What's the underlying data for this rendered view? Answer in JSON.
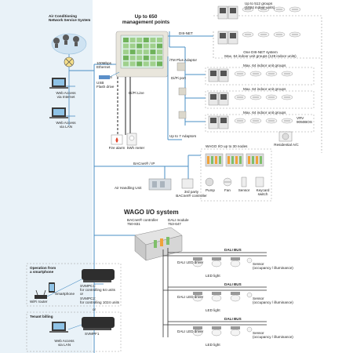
{
  "left_panel": {
    "title": "Air Conditioning\nNetwork Service System",
    "web_access_internet": "Web Access\nvia Internet",
    "web_access_lan": "Web Access\nvia LAN"
  },
  "top": {
    "heading": "Up to 650\nmanagement points",
    "ethernet": "100Mbps\nEthernet",
    "usb": "USB\nFlash drive",
    "di_net": "DIII-NET",
    "itm_plus": "iTM Plus Adaptor",
    "di_port": "Di/Pi port",
    "di_pi_line": "Di/Pi Line",
    "fire_alarm": "Fire alarm",
    "kwh_meter": "kWh meter",
    "adaptors": "Up to 7 Adaptors"
  },
  "right": {
    "groups_512": "Up to 512 groups\n(1024 indoor units)",
    "one_di_net": "One DIII-NET system\nMax. 64 indoor unit groups (128 indoor units)",
    "max64_a": "Max. 64 indoor unit groups",
    "max64_b": "Max. 64 indoor unit groups",
    "max64_c": "Max. 64 indoor unit groups",
    "vrv_unit": "VRV\n9050BOS",
    "residential": "Residential A/C"
  },
  "wago_io": {
    "nodes": "WAGO I/O up to 30 nodes",
    "bacnet_ip": "BACnet® / IP",
    "ahu": "Air Handling Unit",
    "third_party": "3rd party\nBACnet® controller",
    "pump": "Pump",
    "fan": "Fan",
    "sensor": "Sensor",
    "keycard": "Keycard switch"
  },
  "wago_system": {
    "title": "WAGO I/O system",
    "bacnet_controller": "BACnet® controller\n750-831",
    "dali_module": "DALI module\n753-647"
  },
  "dali": {
    "bus1": "DALI BUS",
    "bus2": "DALI BUS",
    "bus3": "DALI BUS",
    "driver1": "DALI LED driver",
    "driver2": "DALI LED driver",
    "driver3": "DALI LED driver",
    "led1": "LED light",
    "led2": "LED light",
    "led3": "LED light",
    "sensor1": "Sensor\n(occupancy / illuminance)",
    "sensor2": "Sensor\n(occupancy / illuminance)",
    "sensor3": "Sensor\n(occupancy / illuminance)"
  },
  "smartphone": {
    "title": "Operation from\na smartphone",
    "smartphone": "Smartphone",
    "wifi_router": "WiFi router",
    "svmpc1": "SVMPC1:\nfor controlling 64 units\nor",
    "svmpc2": "SVMPC2:\nfor controlling 1024 units",
    "or": "or"
  },
  "tenant": {
    "title": "Tenant billing",
    "web_access": "Web Access\nvia LAN",
    "svmpf": "SVMPF1"
  },
  "colors": {
    "panel": "#e9f2f8",
    "line_blue": "#4a8fc4",
    "dashed": "#9a9a9a",
    "unit_green": "#7fbf6a",
    "dark_unit": "#333333"
  }
}
